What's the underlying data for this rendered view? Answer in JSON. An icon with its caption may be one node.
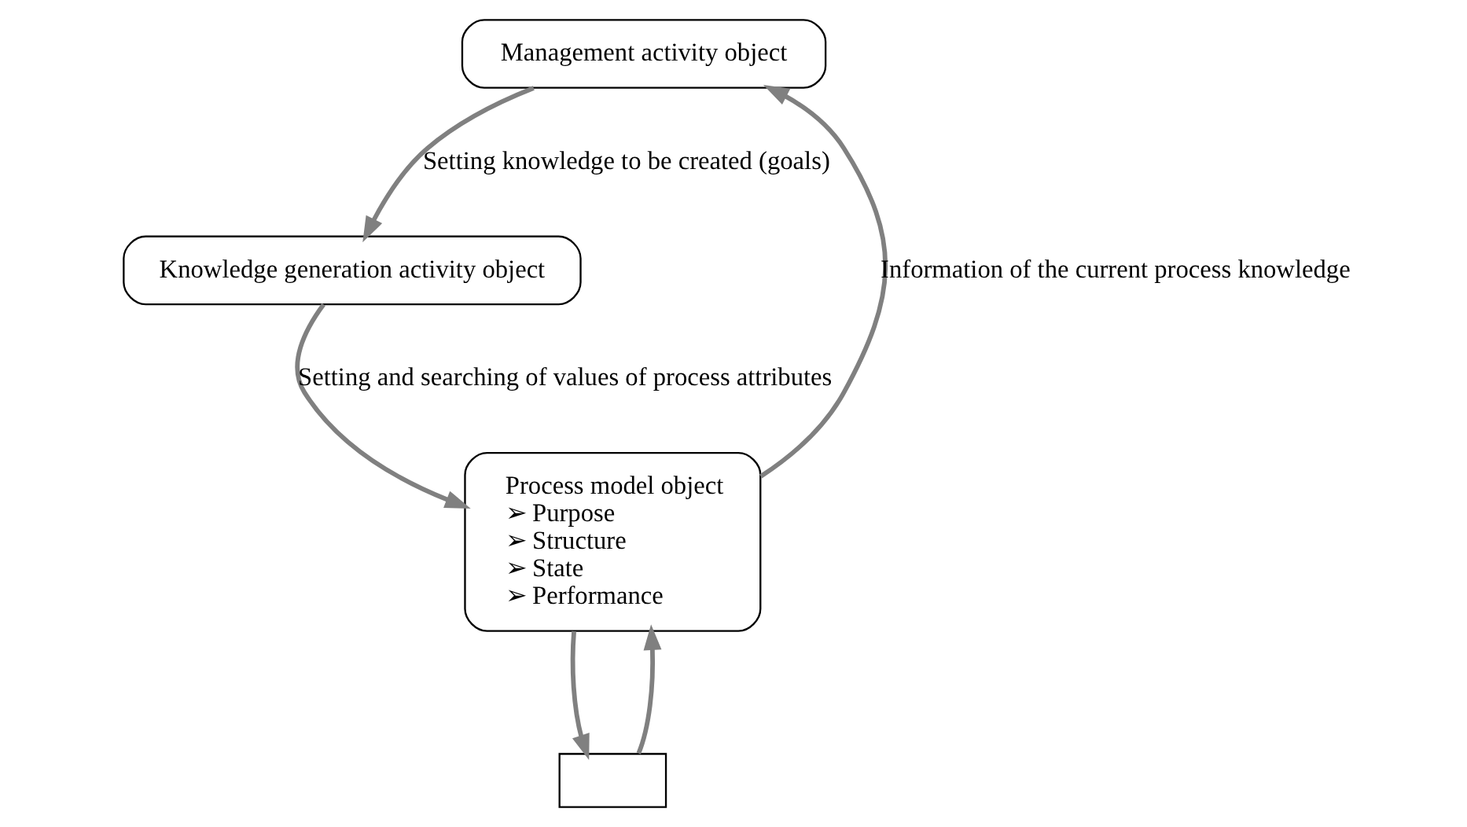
{
  "diagram": {
    "nodes": [
      {
        "text": [
          "Management activity object"
        ]
      },
      {
        "text": [
          "Process model object",
          "➢ Purpose",
          "➢ Structure",
          "➢ State",
          "➢ Performance"
        ]
      },
      {
        "text": [],
        "shape": "box"
      },
      {
        "text": [
          "Knowledge generation activity object"
        ]
      }
    ],
    "edges": [
      {
        "from": 1,
        "to": 0,
        "arrow": "to",
        "label": "Information of the current process knowledge"
      },
      {
        "from": 0,
        "to": 3,
        "arrow": "to",
        "label": "Setting knowledge to be created (goals)"
      },
      {
        "from": 1,
        "to": 2,
        "arrow": "to"
      },
      {
        "from": 2,
        "to": 1,
        "arrow": "to"
      },
      {
        "from": 3,
        "to": 1,
        "arrow": "to",
        "label": "Setting and searching of values of process attributes"
      }
    ]
  }
}
